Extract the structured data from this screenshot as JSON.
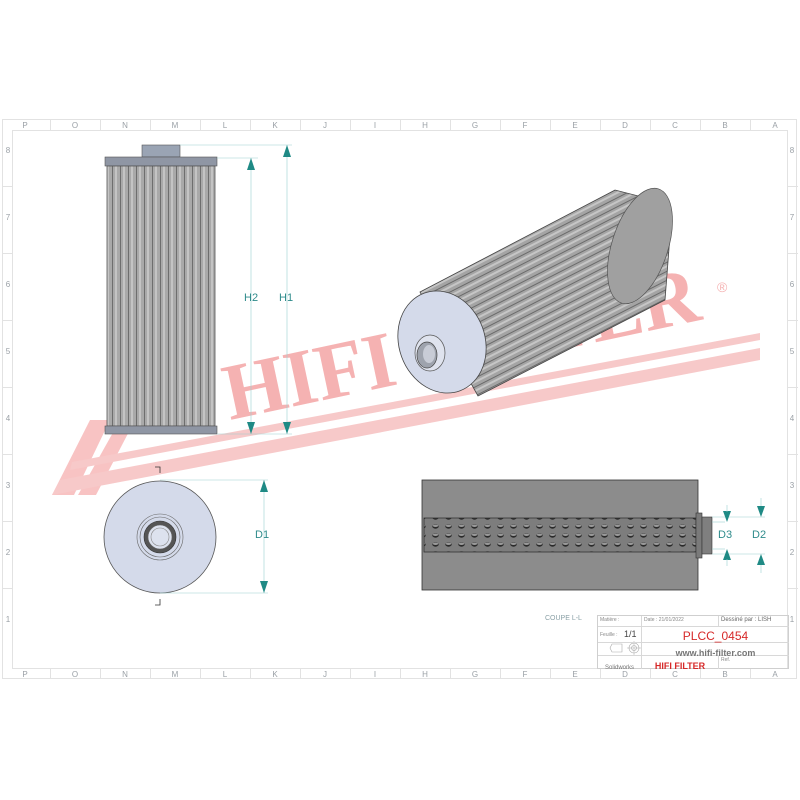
{
  "sheet": {
    "columns": [
      "P",
      "O",
      "N",
      "M",
      "L",
      "K",
      "J",
      "I",
      "H",
      "G",
      "F",
      "E",
      "D",
      "C",
      "B",
      "A"
    ],
    "rows": [
      "8",
      "7",
      "6",
      "5",
      "4",
      "3",
      "2",
      "1"
    ]
  },
  "watermark": {
    "text": "HIFI FILTER",
    "registered": "®",
    "color": "#f4a5a5"
  },
  "views": {
    "front": {
      "dims": [
        "H2",
        "H1"
      ]
    },
    "end": {
      "dims": [
        "D1"
      ]
    },
    "section": {
      "label": "COUPE L-L",
      "dims": [
        "D3",
        "D2"
      ]
    },
    "iso": {}
  },
  "title_block": {
    "matiere_label": "Matière :",
    "date_label": "Date : 21/01/2022",
    "drawn_by": "Dessiné par : LISH",
    "sheet_label": "Feuille :",
    "sheet_value": "1/1",
    "part_number": "PLCC_0454",
    "website": "www.hifi-filter.com",
    "software": "Solidworks",
    "brand": "HIFI FILTER",
    "ref_label": "Ref.",
    "accent_color": "#d62828",
    "dim_color": "#2e8b8b"
  }
}
